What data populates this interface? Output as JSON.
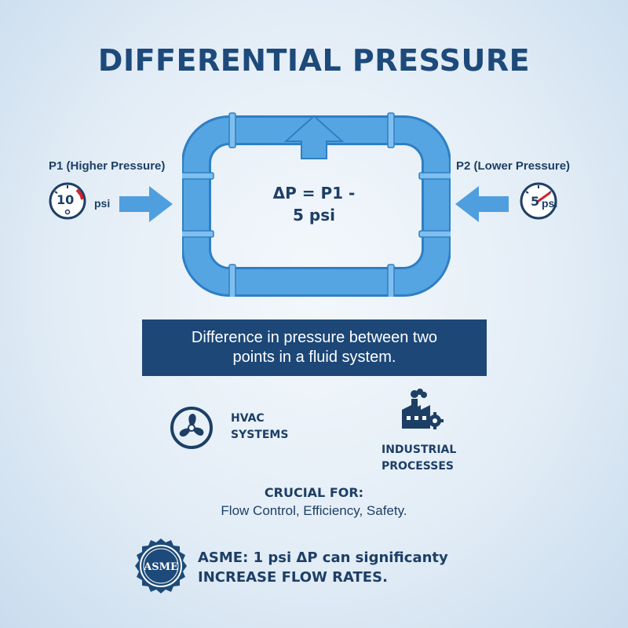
{
  "title": "DIFFERENTIAL PRESSURE",
  "p1": {
    "label": "P1 (Higher Pressure)",
    "value": "10",
    "unit": "psi"
  },
  "p2": {
    "label": "P2 (Lower Pressure)",
    "value": "5",
    "unit": "psi"
  },
  "formula": {
    "line1": "ΔP = P1 -",
    "line2": "5 psi"
  },
  "definition": {
    "line1": "Difference in pressure between two",
    "line2": "points in a fluid system."
  },
  "applications": [
    {
      "line1": "HVAC",
      "line2": "SYSTEMS",
      "icon": "fan-icon"
    },
    {
      "line1": "INDUSTRIAL",
      "line2": "PROCESSES",
      "icon": "factory-icon"
    }
  ],
  "crucial": {
    "heading": "CRUCIAL FOR:",
    "items": "Flow Control, Efficiency, Safety."
  },
  "asme": {
    "badge": "ASME",
    "line1": "ASME: 1 psi ΔP can significanty",
    "line2": "INCREASE FLOW RATES."
  },
  "colors": {
    "navy": "#1c4777",
    "pipe": "#4f9fdf",
    "pipe_dark": "#2e7fc4",
    "arrow": "#4f9fdf",
    "needle": "#d3232b",
    "text": "#1d3f66"
  }
}
